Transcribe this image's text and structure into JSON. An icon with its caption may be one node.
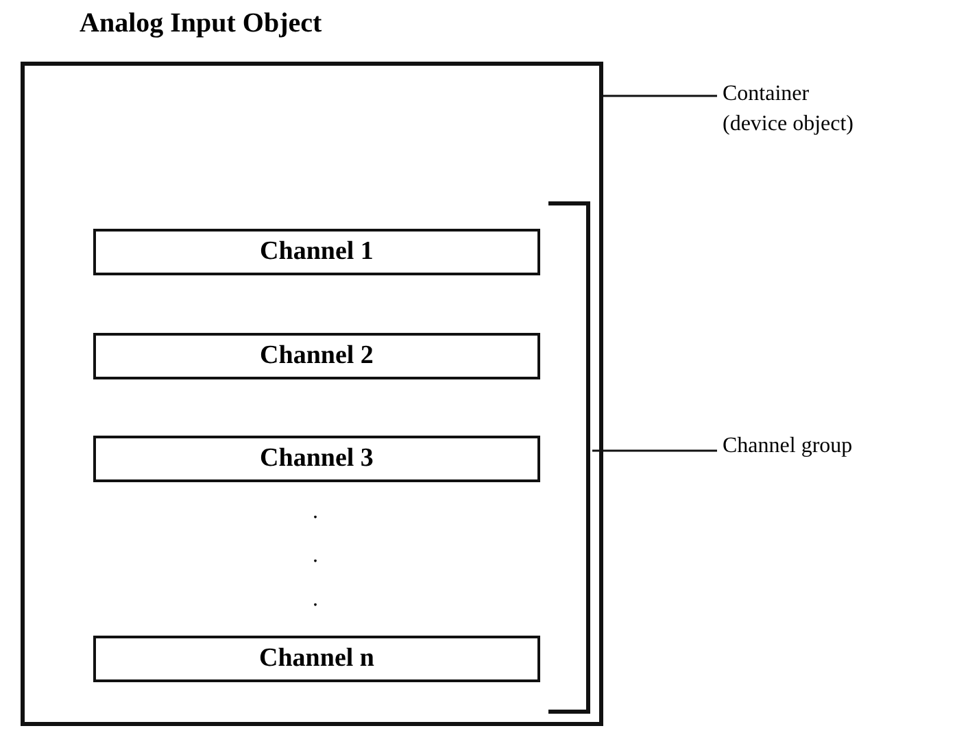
{
  "diagram": {
    "nodes": [
      {
        "text": [
          "Analog Input Object"
        ]
      },
      {
        "text": [
          "Channel 1"
        ],
        "in": 0
      },
      {
        "text": [
          "Channel 2"
        ],
        "in": 0
      },
      {
        "text": [
          "Channel 3"
        ],
        "in": 0
      },
      {
        "text": [
          "Channel n"
        ],
        "in": 0
      },
      {
        "text": [
          "Container (device object)"
        ]
      },
      {
        "text": [],
        "shape": "bracket",
        "in": 0
      },
      {
        "text": [
          "Channel group"
        ]
      }
    ],
    "edges": [
      {
        "from": 5,
        "to": 0,
        "arrow": "none"
      },
      {
        "from": 7,
        "to": 6,
        "arrow": "none"
      }
    ],
    "labels": [
      ".",
      ".",
      "."
    ]
  }
}
